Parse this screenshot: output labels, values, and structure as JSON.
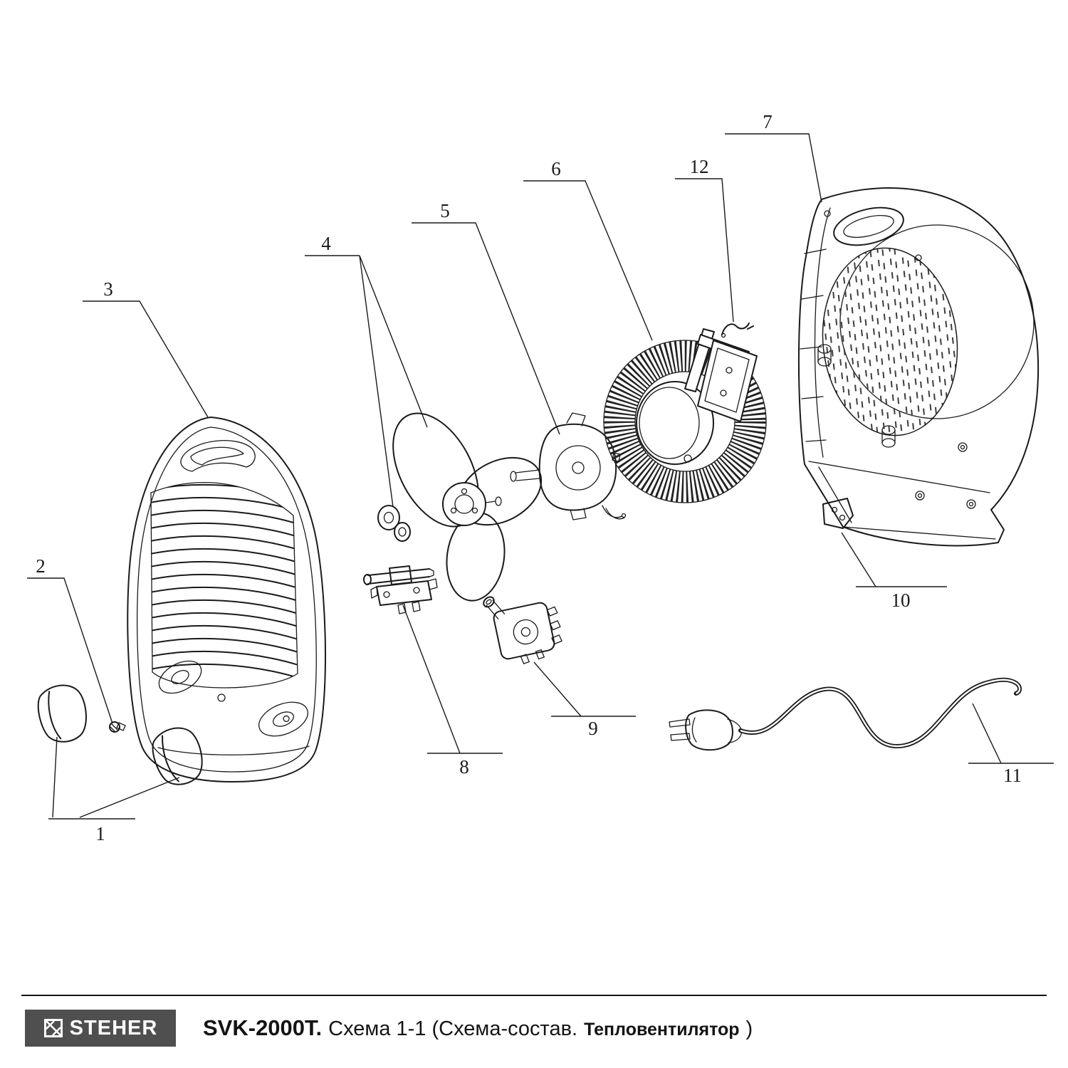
{
  "colors": {
    "background": "#ffffff",
    "line": "#1a1a1a",
    "logo_background": "#4f4f4f"
  },
  "diagram": {
    "labels": [
      {
        "num": "1"
      },
      {
        "num": "2"
      },
      {
        "num": "3"
      },
      {
        "num": "4"
      },
      {
        "num": "5"
      },
      {
        "num": "6"
      },
      {
        "num": "7"
      },
      {
        "num": "8"
      },
      {
        "num": "9"
      },
      {
        "num": "10"
      },
      {
        "num": "11"
      },
      {
        "num": "12"
      }
    ]
  },
  "footer": {
    "brand": "STEHER",
    "model": "SVK-2000T.",
    "scheme": "Схема 1-1 (Схема-состав.",
    "product": "Тепловентилятор",
    "close_paren": ")"
  }
}
